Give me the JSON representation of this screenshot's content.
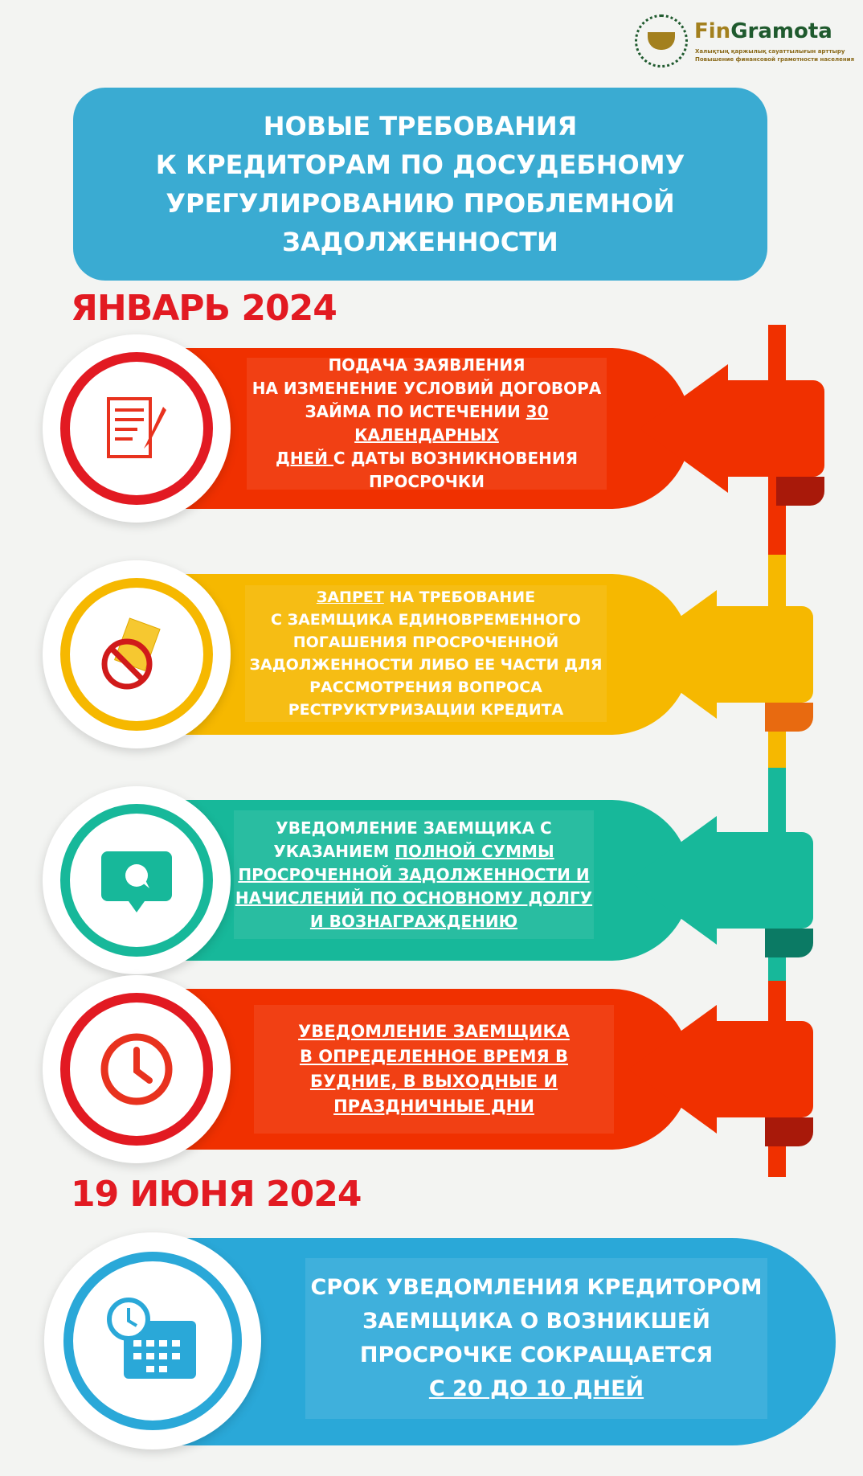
{
  "logo": {
    "brand_part1": "Fin",
    "brand_part2": "Gramota",
    "tagline_kz": "Халықтың қаржылық сауаттылығын арттыру",
    "tagline_ru": "Повышение финансовой грамотности населения"
  },
  "title": [
    "НОВЫЕ ТРЕБОВАНИЯ",
    "К КРЕДИТОРАМ ПО ДОСУДЕБНОМУ",
    "УРЕГУЛИРОВАНИЮ ПРОБЛЕМНОЙ",
    "ЗАДОЛЖЕННОСТИ"
  ],
  "date1": "ЯНВАРЬ 2024",
  "date2": "19 ИЮНЯ 2024",
  "colors": {
    "red": "#f03000",
    "yellow": "#f6b800",
    "teal": "#17b89a",
    "blue": "#2aa8d8",
    "date": "#e21a22"
  },
  "items": [
    {
      "icon": "document-pen-icon",
      "lines": [
        "ПОДАЧА ЗАЯВЛЕНИЯ",
        "НА ИЗМЕНЕНИЕ УСЛОВИЙ ДОГОВОРА"
      ],
      "l3a": "ЗАЙМА ПО ИСТЕЧЕНИИ ",
      "l3u": "30 КАЛЕНДАРНЫХ",
      "l4u": "ДНЕЙ ",
      "l4b": "С ДАТЫ ВОЗНИКНОВЕНИЯ",
      "l5": "ПРОСРОЧКИ"
    },
    {
      "icon": "no-money-icon",
      "l1u": "ЗАПРЕТ",
      "l1b": " НА ТРЕБОВАНИЕ",
      "lines": [
        "С ЗАЕМЩИКА ЕДИНОВРЕМЕННОГО",
        "ПОГАШЕНИЯ ПРОСРОЧЕННОЙ",
        "ЗАДОЛЖЕННОСТИ ЛИБО ЕЕ ЧАСТИ ДЛЯ",
        "РАССМОТРЕНИЯ ВОПРОСА",
        "РЕСТРУКТУРИЗАЦИИ КРЕДИТА"
      ]
    },
    {
      "icon": "chat-bubble-icon",
      "l1": "УВЕДОМЛЕНИЕ ЗАЕМЩИКА С",
      "l2a": "УКАЗАНИЕМ ",
      "l2u": "ПОЛНОЙ СУММЫ",
      "ulines": [
        "ПРОСРОЧЕННОЙ ЗАДОЛЖЕННОСТИ И",
        "НАЧИСЛЕНИЙ ПО ОСНОВНОМУ ДОЛГУ",
        "И ВОЗНАГРАЖДЕНИЮ"
      ]
    },
    {
      "icon": "clock-icon",
      "ulines": [
        "УВЕДОМЛЕНИЕ ЗАЕМЩИКА",
        "В ОПРЕДЕЛЕННОЕ ВРЕМЯ В",
        "БУДНИЕ, В ВЫХОДНЫЕ И",
        "ПРАЗДНИЧНЫЕ ДНИ"
      ]
    }
  ],
  "final": {
    "icon": "calendar-clock-icon",
    "lines": [
      "СРОК УВЕДОМЛЕНИЯ КРЕДИТОРОМ",
      "ЗАЕМЩИКА О ВОЗНИКШЕЙ",
      "ПРОСРОЧКЕ СОКРАЩАЕТСЯ"
    ],
    "u": "С 20 ДО 10 ДНЕЙ"
  }
}
